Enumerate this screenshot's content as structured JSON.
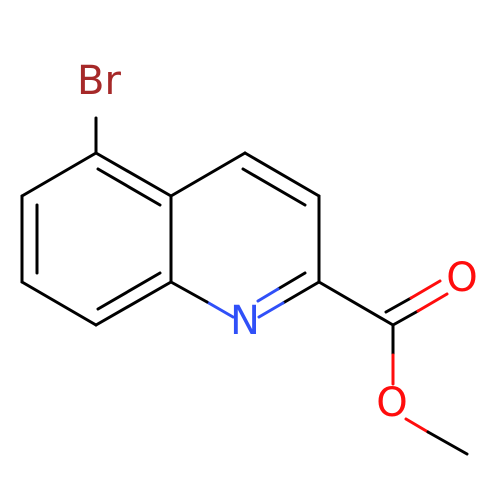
{
  "molecule": {
    "atoms": {
      "bromine": "Br",
      "nitrogen": "N",
      "carbonyl_oxygen": "O",
      "ester_oxygen": "O"
    },
    "colors": {
      "bond": "#000000",
      "bromine": "#A62929",
      "nitrogen": "#3050F8",
      "oxygen": "#FF0D0D"
    }
  }
}
